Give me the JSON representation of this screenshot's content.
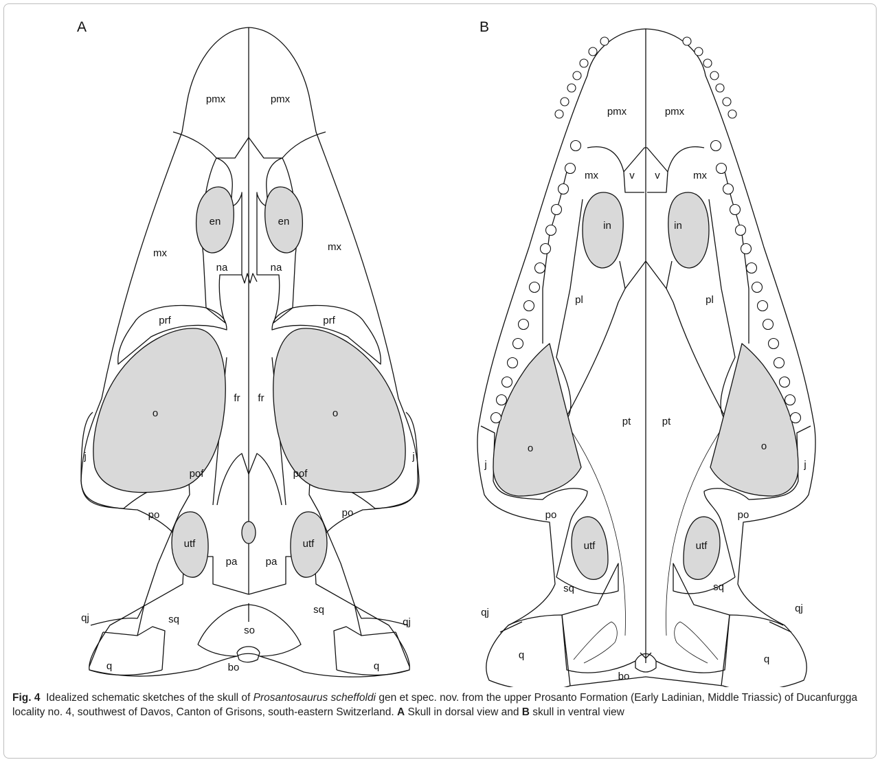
{
  "panels": {
    "a": {
      "letter": "A",
      "labels": {
        "pmx_l": "pmx",
        "pmx_r": "pmx",
        "en_l": "en",
        "en_r": "en",
        "mx_l": "mx",
        "mx_r": "mx",
        "na_l": "na",
        "na_r": "na",
        "prf_l": "prf",
        "prf_r": "prf",
        "fr_l": "fr",
        "fr_r": "fr",
        "o_l": "o",
        "o_r": "o",
        "j_l": "j",
        "j_r": "j",
        "pof_l": "pof",
        "pof_r": "pof",
        "po_l": "po",
        "po_r": "po",
        "utf_l": "utf",
        "utf_r": "utf",
        "pa_l": "pa",
        "pa_r": "pa",
        "sq_l": "sq",
        "sq_r": "sq",
        "qj_l": "qj",
        "qj_r": "qj",
        "q_l": "q",
        "q_r": "q",
        "so": "so",
        "bo": "bo"
      }
    },
    "b": {
      "letter": "B",
      "labels": {
        "pmx_l": "pmx",
        "pmx_r": "pmx",
        "mx_l": "mx",
        "mx_r": "mx",
        "v_l": "v",
        "v_r": "v",
        "in_l": "in",
        "in_r": "in",
        "pl_l": "pl",
        "pl_r": "pl",
        "pt_l": "pt",
        "pt_r": "pt",
        "o_l": "o",
        "o_r": "o",
        "j_l": "j",
        "j_r": "j",
        "po_l": "po",
        "po_r": "po",
        "utf_l": "utf",
        "utf_r": "utf",
        "sq_l": "sq",
        "sq_r": "sq",
        "qj_l": "qj",
        "qj_r": "qj",
        "q_l": "q",
        "q_r": "q",
        "bo": "bo"
      }
    }
  },
  "caption": {
    "fig_label": "Fig. 4",
    "text_1": "Idealized schematic sketches of the skull of ",
    "species": "Prosantosaurus scheffoldi",
    "text_2": " gen et spec. nov. from the upper Prosanto Formation (Early Ladinian, Middle Triassic) of Ducanfurgga locality no. 4, southwest of Davos, Canton of Grisons, south-eastern Switzerland. ",
    "a_letter": "A",
    "text_3": " Skull in dorsal view and ",
    "b_letter": "B",
    "text_4": " skull in ventral view"
  },
  "colors": {
    "fenestra_fill": "#d9d9d9",
    "outline": "#111111",
    "frame": "#bdbdbd"
  }
}
